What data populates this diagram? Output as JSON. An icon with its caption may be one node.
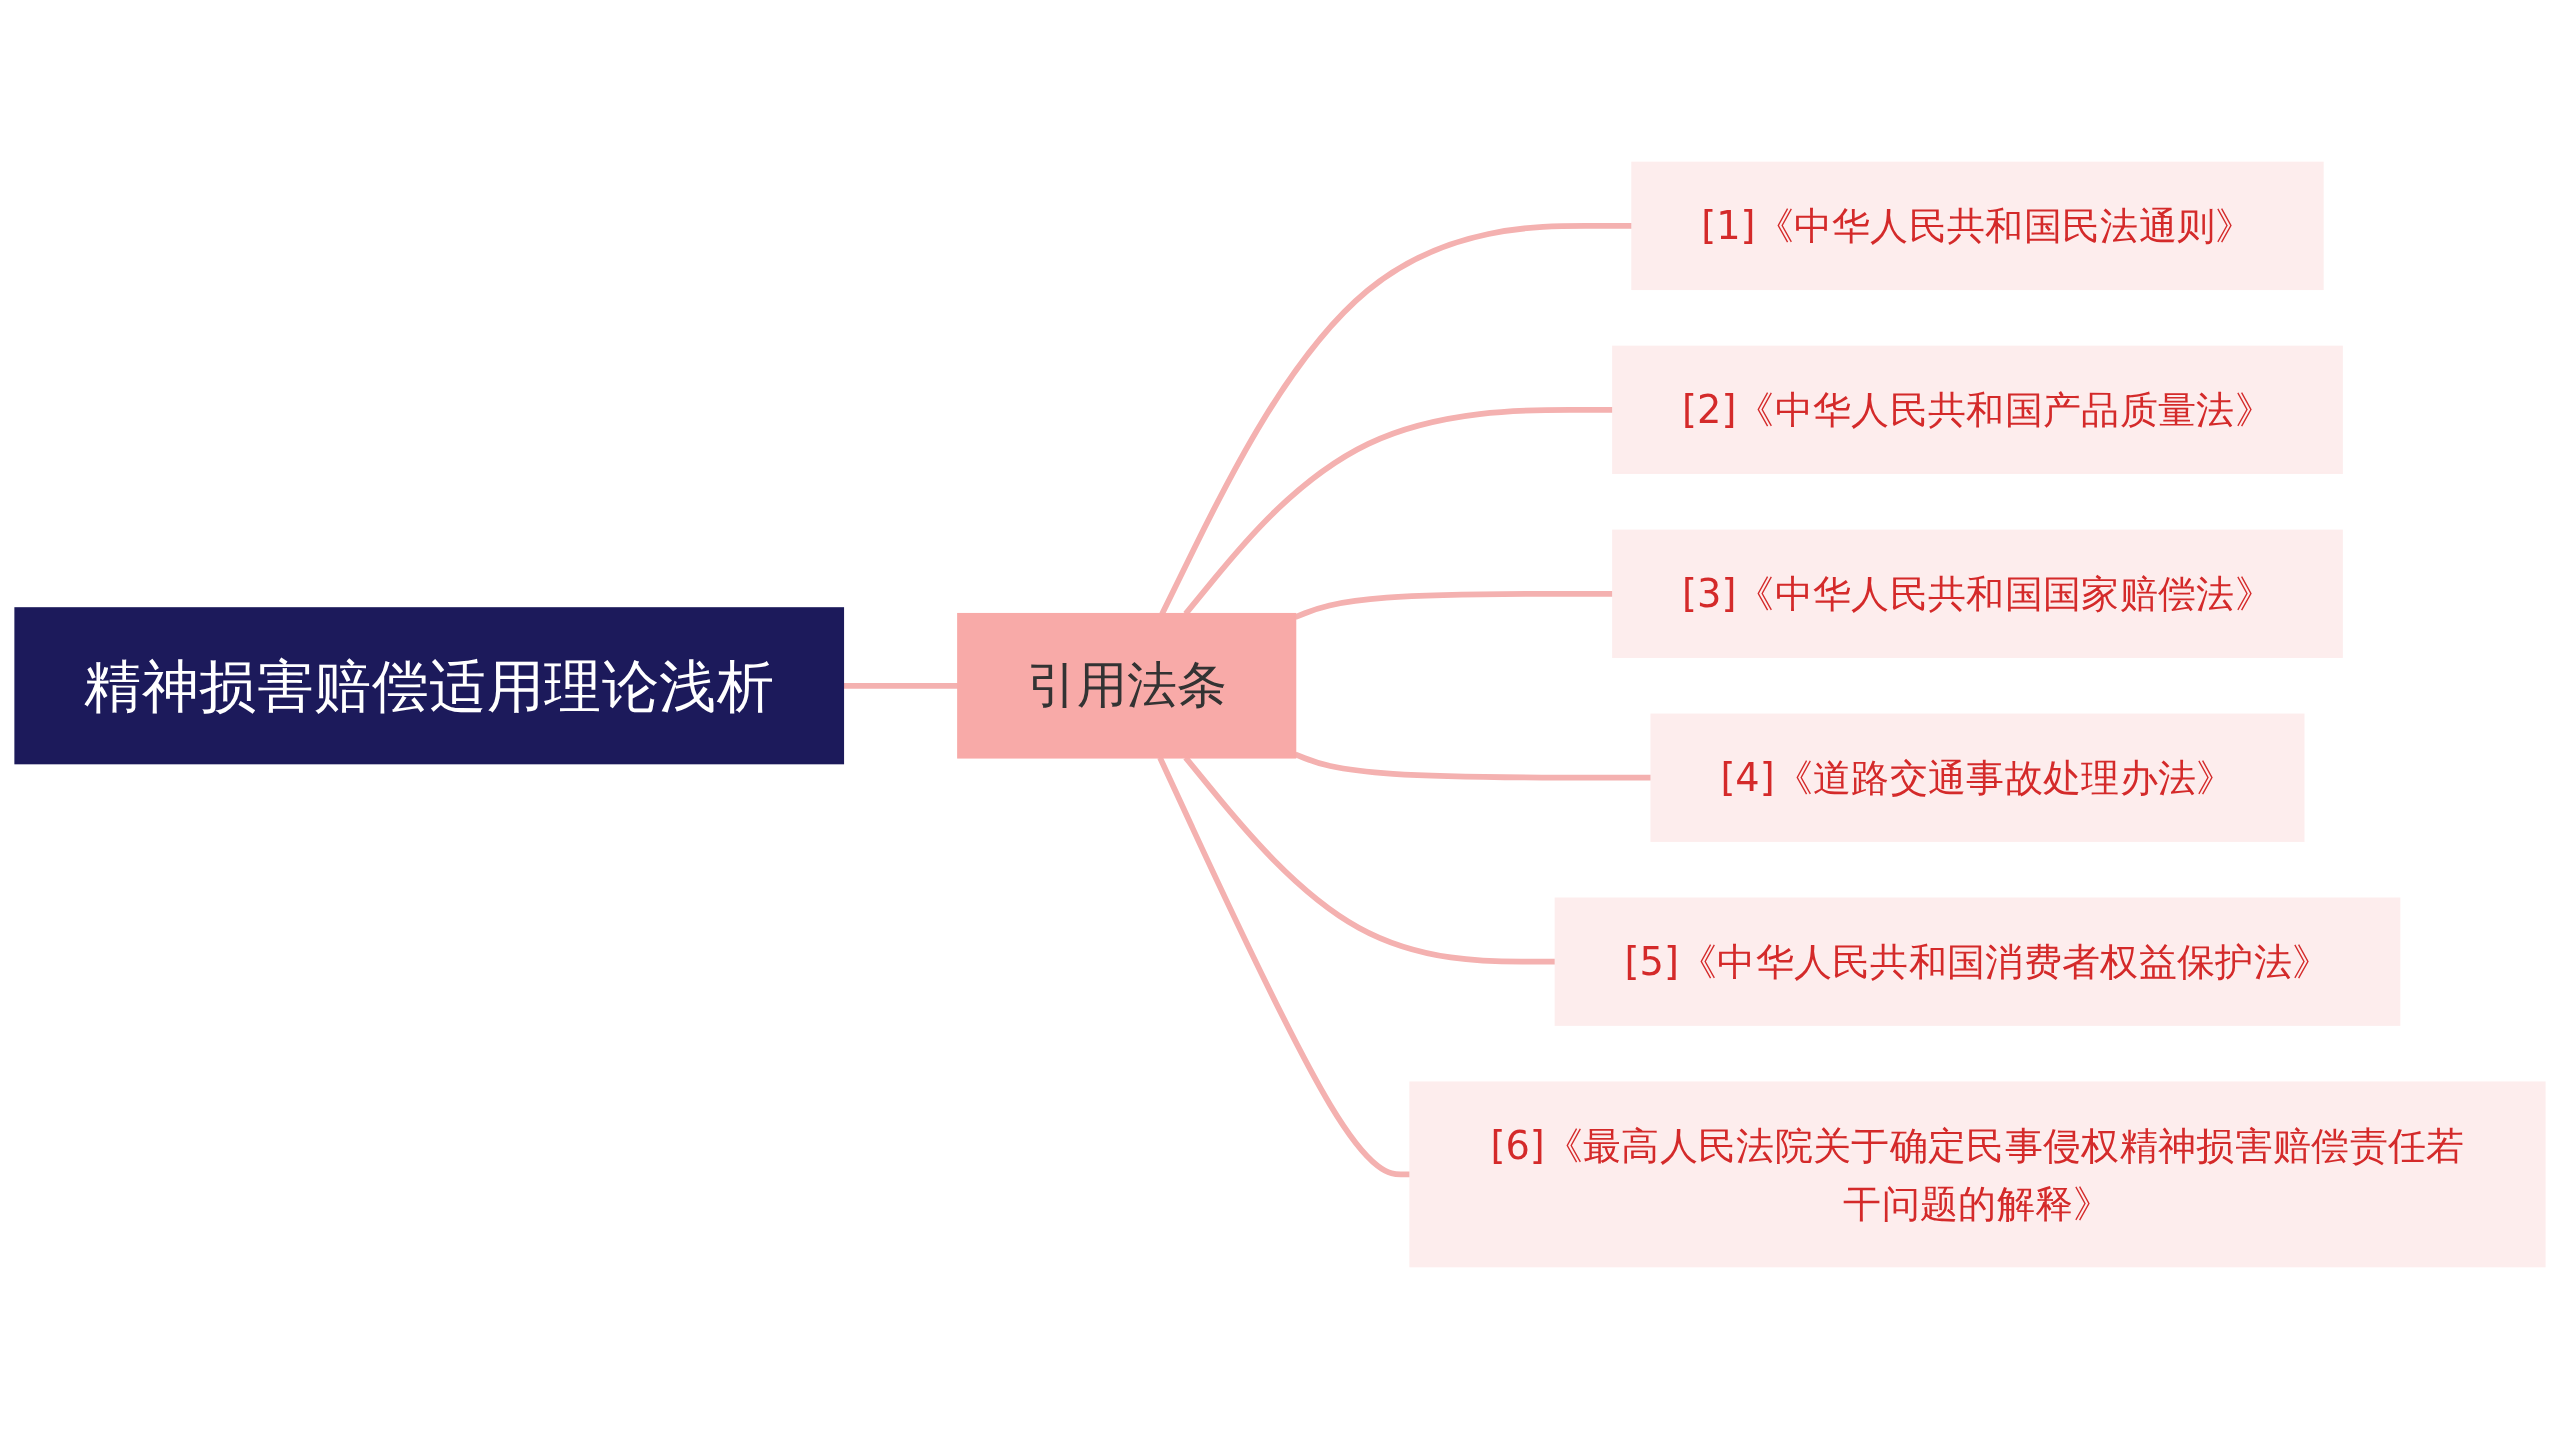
{
  "diagram": {
    "nodes": [
      {
        "text": [
          "精神损害赔偿适用理论浅析"
        ]
      },
      {
        "text": [
          "引用法条"
        ]
      },
      {
        "text": [
          "[1]《中华人民共和国民法通则》"
        ]
      },
      {
        "text": [
          "[2]《中华人民共和国产品质量法》"
        ]
      },
      {
        "text": [
          "[3]《中华人民共和国国家赔偿法》"
        ]
      },
      {
        "text": [
          "[4]《道路交通事故处理办法》"
        ]
      },
      {
        "text": [
          "[5]《中华人民共和国消费者权益保护法》"
        ]
      },
      {
        "text": [
          "[6]《最高人民法院关于确定民事侵权精神损害赔偿责任若干问题的解释》"
        ]
      }
    ],
    "edges": [
      {
        "from": 0,
        "to": 1,
        "arrow": "none"
      },
      {
        "from": 1,
        "to": 2,
        "arrow": "none"
      },
      {
        "from": 1,
        "to": 3,
        "arrow": "none"
      },
      {
        "from": 1,
        "to": 4,
        "arrow": "none"
      },
      {
        "from": 1,
        "to": 5,
        "arrow": "none"
      },
      {
        "from": 1,
        "to": 6,
        "arrow": "none"
      },
      {
        "from": 1,
        "to": 7,
        "arrow": "none"
      }
    ]
  }
}
